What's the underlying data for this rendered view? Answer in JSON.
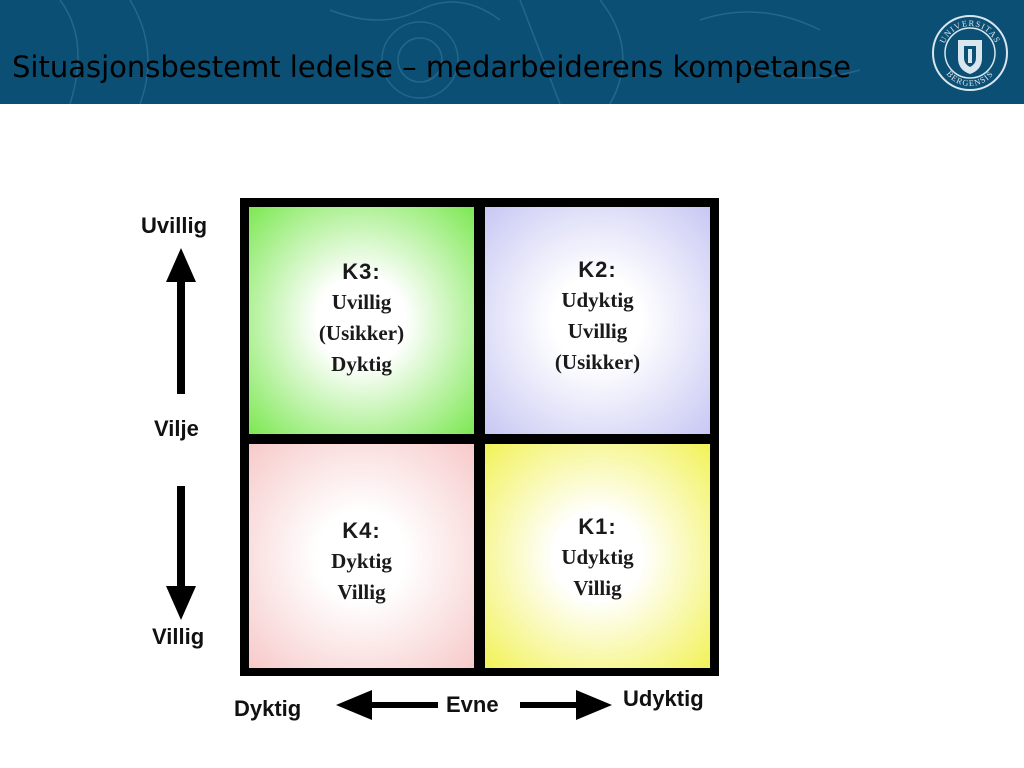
{
  "header": {
    "title": "Situasjonsbestemt ledelse – medarbeiderens kompetanse",
    "logo_text": "UNIVERSITAS BERGENSIS",
    "background": "#0c4f74"
  },
  "diagram": {
    "vertical_axis": {
      "top": "Uvillig",
      "middle": "Vilje",
      "bottom": "Villig"
    },
    "horizontal_axis": {
      "left": "Dyktig",
      "middle": "Evne",
      "right": "Udyktig"
    },
    "quadrants": {
      "top_left": {
        "code": "K3:",
        "lines": [
          "Uvillig",
          "(Usikker)",
          "Dyktig"
        ],
        "color": "#7ee855"
      },
      "top_right": {
        "code": "K2:",
        "lines": [
          "Udyktig",
          "Uvillig",
          "(Usikker)"
        ],
        "color": "#c8c8f4"
      },
      "bottom_left": {
        "code": "K4:",
        "lines": [
          "Dyktig",
          "Villig"
        ],
        "color": "#f7caca"
      },
      "bottom_right": {
        "code": "K1:",
        "lines": [
          "Udyktig",
          "Villig"
        ],
        "color": "#f2f25a"
      }
    }
  }
}
